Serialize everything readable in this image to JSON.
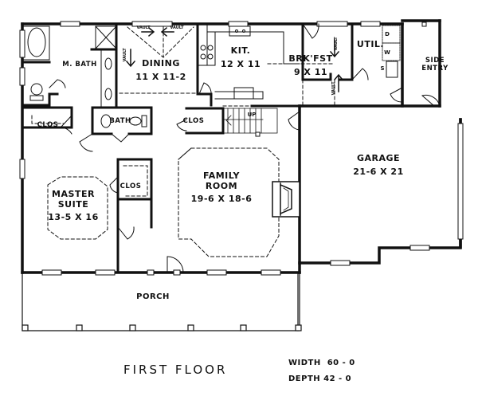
{
  "drawing": {
    "title": "FIRST FLOOR",
    "width_label": "WIDTH",
    "width_value": "60 - 0",
    "depth_label": "DEPTH",
    "depth_value": "42 - 0"
  },
  "rooms": {
    "master_bath": {
      "name": "M. BATH"
    },
    "dining": {
      "name": "DINING",
      "dims": "11 X 11-2"
    },
    "kitchen": {
      "name": "KIT.",
      "dims": "12 X 11"
    },
    "breakfast": {
      "name": "BRK'FST",
      "dims": "9 X 11"
    },
    "utility": {
      "name": "UTIL."
    },
    "side_entry": {
      "name": "SIDE",
      "name2": "ENTRY"
    },
    "master_closet": {
      "name": "CLOS"
    },
    "bath": {
      "name": "BATH"
    },
    "hall_closet": {
      "name": "CLOS"
    },
    "suite_closet": {
      "name": "CLOS"
    },
    "master_suite": {
      "name": "MASTER",
      "name2": "SUITE",
      "dims": "13-5 X 16"
    },
    "family_room": {
      "name": "FAMILY",
      "name2": "ROOM",
      "dims": "19-6 X 18-6"
    },
    "garage": {
      "name": "GARAGE",
      "dims": "21-6 X 21"
    },
    "porch": {
      "name": "PORCH"
    }
  },
  "annotations": {
    "vault": "VAULT",
    "stairs_up": "UP",
    "dryer": "D",
    "washer": "W",
    "sink": "S"
  }
}
